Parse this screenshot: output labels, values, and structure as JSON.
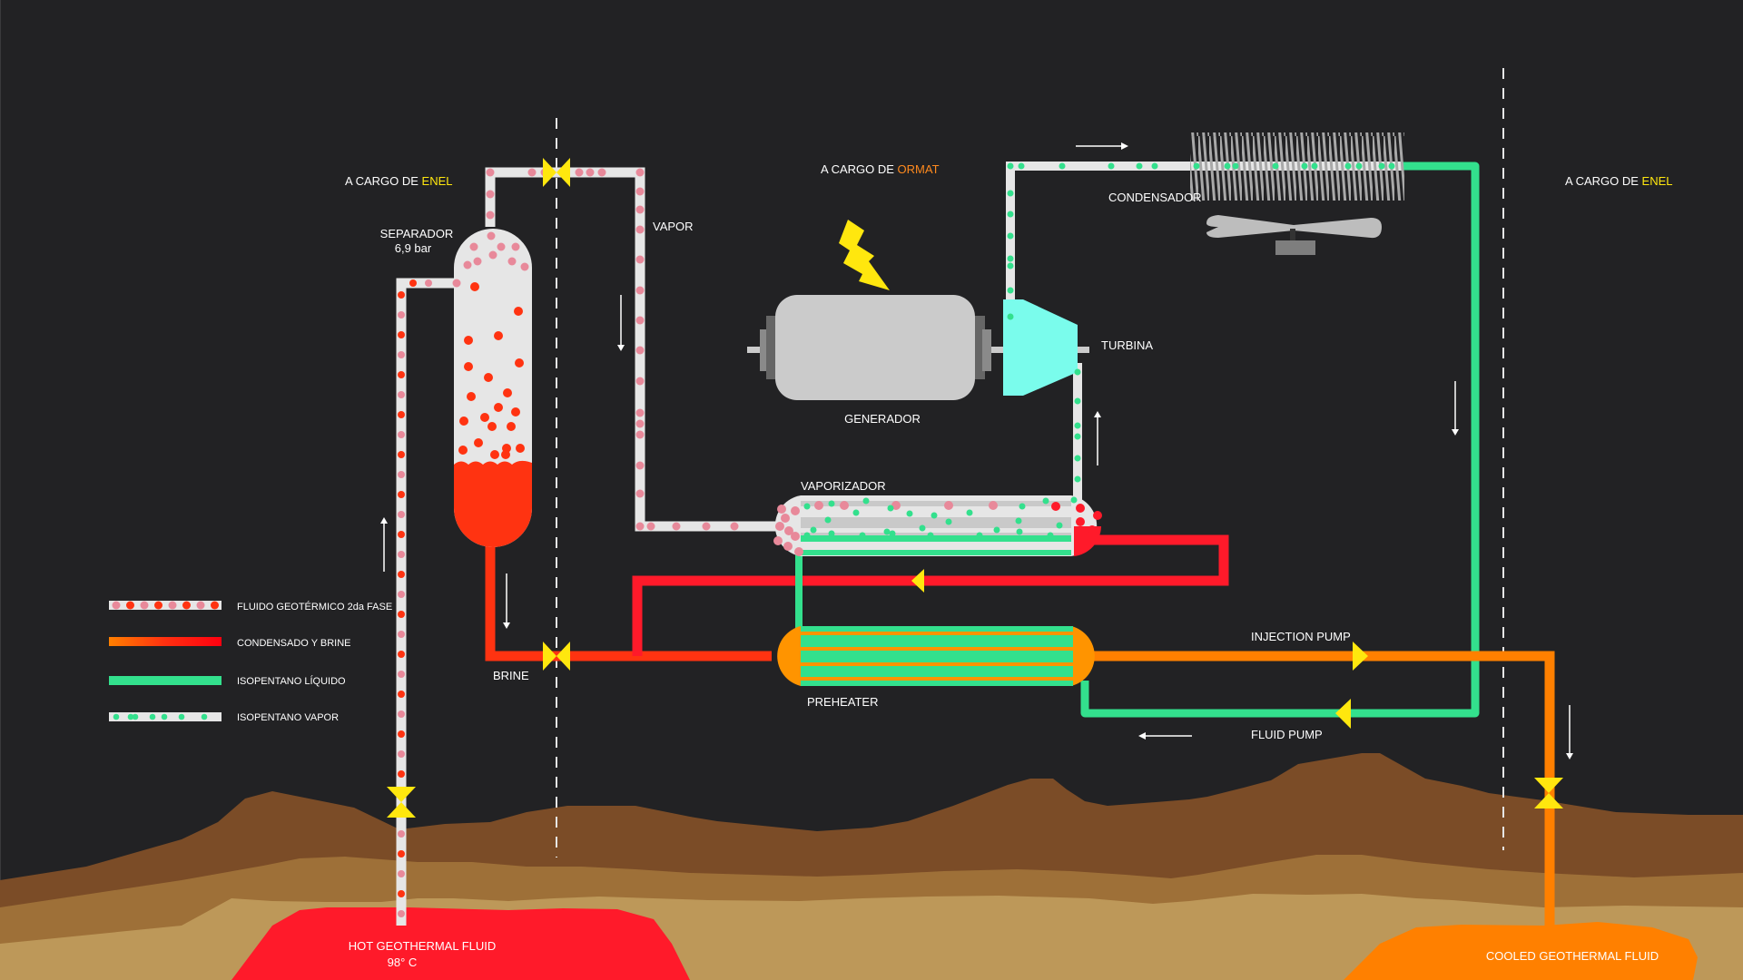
{
  "title": "Geothermal binary power plant diagram",
  "zones": {
    "left": {
      "prefix": "A CARGO DE ",
      "owner": "ENEL"
    },
    "middle": {
      "prefix": "A CARGO DE ",
      "owner": "ORMAT"
    },
    "right": {
      "prefix": "A CARGO DE ",
      "owner": "ENEL"
    }
  },
  "components": {
    "separator": {
      "label": "SEPARADOR",
      "pressure": "6,9 bar"
    },
    "vapor": "VAPOR",
    "brine": "BRINE",
    "generator": "GENERADOR",
    "turbine": "TURBINA",
    "condenser": "CONDENSADOR",
    "vaporizer": "VAPORIZADOR",
    "preheater": "PREHEATER",
    "injection_pump": "INJECTION PUMP",
    "fluid_pump": "FLUID PUMP"
  },
  "reservoirs": {
    "hot": {
      "label": "HOT GEOTHERMAL FLUID",
      "temperature": "98° C"
    },
    "cooled": {
      "label": "COOLED GEOTHERMAL FLUID"
    }
  },
  "legend": [
    {
      "label": "FLUIDO GEOTÉRMICO 2da FASE",
      "style": "dotted-geothermal"
    },
    {
      "label": "CONDENSADO Y BRINE",
      "style": "gradient-brine"
    },
    {
      "label": "ISOPENTANO LÍQUIDO",
      "style": "solid-green"
    },
    {
      "label": "ISOPENTANO VAPOR",
      "style": "dotted-green"
    }
  ],
  "colors": {
    "background": "#222224",
    "pipe": "#e6e6e6",
    "geo_pink": "#e8899a",
    "geo_red": "#ff3311",
    "brine_red": "#ff1a2a",
    "orange": "#ff8000",
    "preheater_orange": "#ff9400",
    "green": "#33e08d",
    "yellow": "#ffe70e",
    "turbine": "#7afcec",
    "generator": "#cbcbcb",
    "enel": "#ffe70e",
    "ormat": "#ff8a1e",
    "soil1": "#7b4c27",
    "soil2": "#9e7038",
    "soil3": "#bd9859"
  }
}
